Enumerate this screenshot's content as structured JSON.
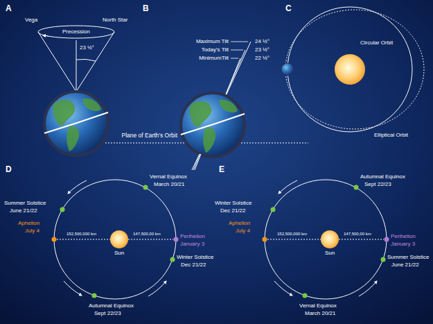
{
  "diagram": {
    "labels": [
      "A",
      "Vega",
      "North Star",
      "Precession",
      "23 ½°",
      "B",
      "Maximum Tilt",
      "24 ½°",
      "Today's Tilt",
      "23 ½°",
      "MinimumTilt",
      "22 ½°",
      "Plane of Earth's Orbit",
      "C",
      "Circular Orbit",
      "Elliptical Orbit",
      "D",
      "Vernal Equinox",
      "March 20/21",
      "Summer Solstice",
      "June 21/22",
      "Aphelion",
      "July 4",
      "152,500,000 km",
      "Sun",
      "147,500,00 km",
      "Perihelion",
      "January 3",
      "Winter Solstice",
      "Dec 21/22",
      "Autumnal Equinox",
      "Sept 22/23",
      "E",
      "Autumnal Equinox",
      "Sept 22/23",
      "Winter Solstice",
      "Dec 21/22",
      "Aphelion",
      "July 4",
      "152,500,000 km",
      "Sun",
      "147,500,00 km",
      "Perihelion",
      "January 3",
      "Summer Solstice",
      "June 21/22",
      "Vernal Equinox",
      "March 20/21"
    ]
  }
}
